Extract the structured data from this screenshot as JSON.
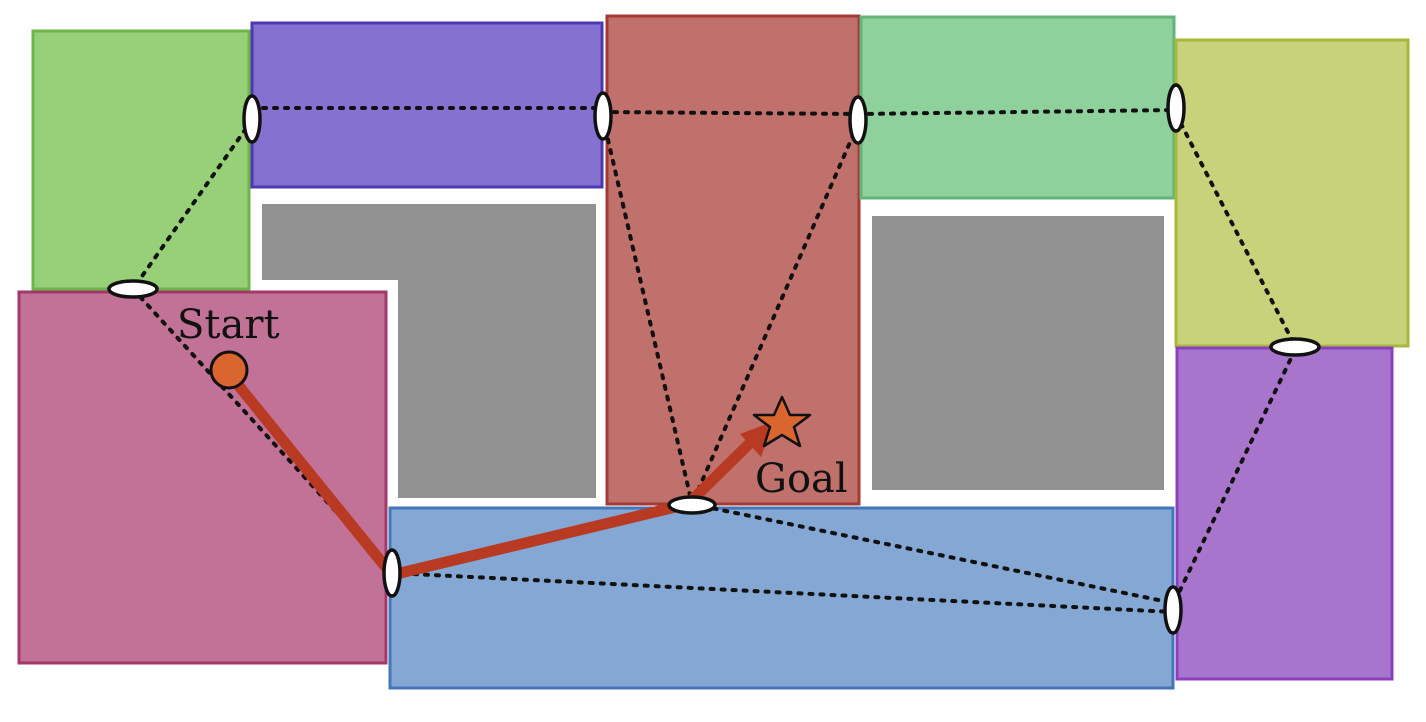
{
  "labels": {
    "start": "Start",
    "goal": "Goal"
  },
  "colors": {
    "background": "#ffffff",
    "obstacle": "#929292",
    "path": "#b83a22",
    "start_marker": "#d8662e",
    "goal_marker": "#d8662e",
    "region_green_left": "#97d078",
    "region_indigo_top": "#8572d0",
    "region_red_center": "#c0716c",
    "region_green_top_right": "#8ed19d",
    "region_olive_right": "#c8d27a",
    "region_magenta_left": "#c27296",
    "region_blue_bottom": "#84a8d3",
    "region_purple_right": "#a776cc"
  },
  "icons": {
    "start": "circle-marker",
    "goal": "star-marker",
    "portal": "ellipse-node"
  }
}
